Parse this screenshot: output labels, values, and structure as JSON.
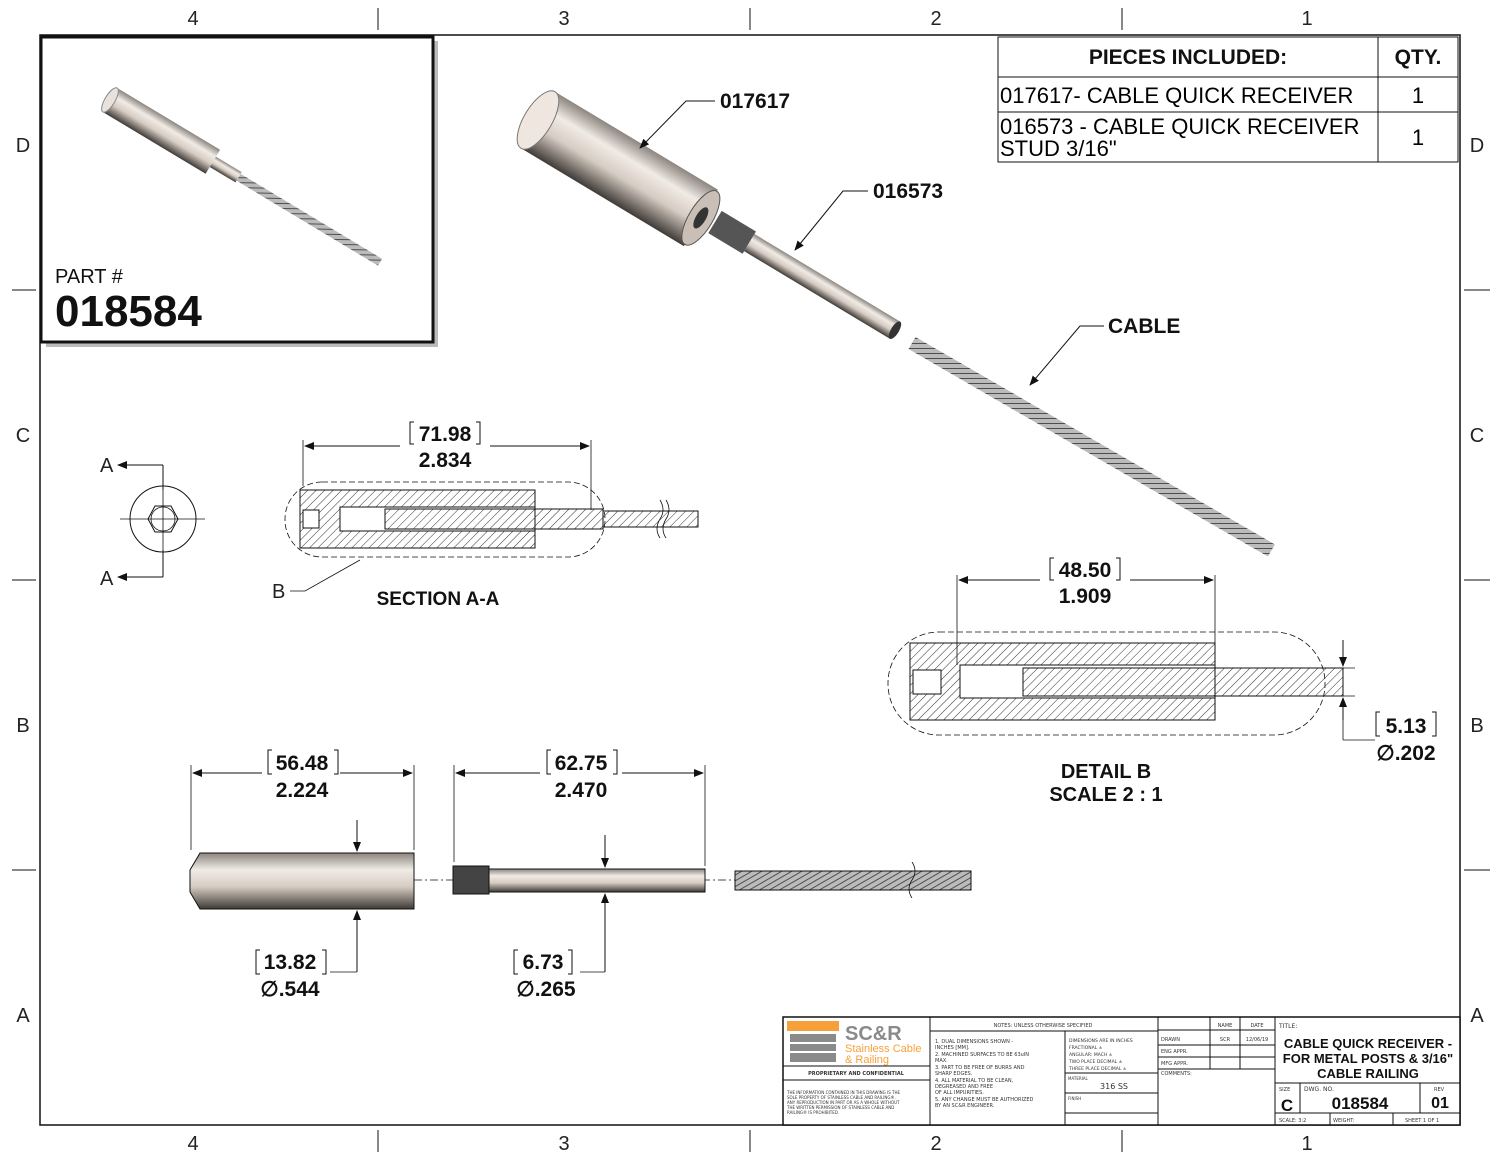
{
  "zones": {
    "columns": [
      "4",
      "3",
      "2",
      "1"
    ],
    "rows": [
      "D",
      "C",
      "B",
      "A"
    ]
  },
  "inset": {
    "part_label": "PART #",
    "part_number": "018584"
  },
  "pieces_table": {
    "headers": [
      "PIECES INCLUDED:",
      "QTY."
    ],
    "rows": [
      {
        "desc": "017617- CABLE QUICK RECEIVER",
        "qty": "1"
      },
      {
        "desc_line1": "016573 - CABLE QUICK RECEIVER",
        "desc_line2": "STUD 3/16\"",
        "qty": "1"
      }
    ]
  },
  "callouts": {
    "receiver": "017617",
    "stud": "016573",
    "cable": "CABLE"
  },
  "section": {
    "label_a": "A",
    "label_b": "B",
    "title": "SECTION A-A",
    "dim_mm": "71.98",
    "dim_in": "2.834"
  },
  "detail": {
    "title": "DETAIL B",
    "scale": "SCALE 2 : 1",
    "len_mm": "48.50",
    "len_in": "1.909",
    "dia_mm": "5.13",
    "dia_in": "∅.202"
  },
  "bottom_views": {
    "receiver_len_mm": "56.48",
    "receiver_len_in": "2.224",
    "receiver_dia_mm": "13.82",
    "receiver_dia_in": "∅.544",
    "stud_len_mm": "62.75",
    "stud_len_in": "2.470",
    "stud_dia_mm": "6.73",
    "stud_dia_in": "∅.265"
  },
  "title_block": {
    "logo_main": "SC&R",
    "logo_sub1": "Stainless Cable",
    "logo_sub2": "& Railing",
    "proprietary": "PROPRIETARY AND CONFIDENTIAL",
    "proprietary_text": [
      "THE INFORMATION CONTAINED IN THIS DRAWING IS THE",
      "SOLE PROPERTY OF STAINLESS CABLE AND RAILING®.",
      "ANY REPRODUCTION IN PART OR AS A WHOLE WITHOUT",
      "THE WRITTEN PERMISSION OF STAINLESS CABLE AND",
      "RAILING® IS PROHIBITED."
    ],
    "notes_header": "NOTES:  UNLESS OTHERWISE SPECIFIED",
    "notes": [
      "1. DUAL DIMENSIONS SHOWN -",
      "INCHES [MM].",
      "2. MACHINED SURFACES TO BE 63uIN",
      "MAX.",
      "3. PART TO BE FREE OF BURRS AND",
      "SHARP EDGES.",
      "4. ALL MATERIAL TO BE CLEAN,",
      "DEGREASED AND FREE",
      "OF ALL IMPURITIES.",
      "5. ANY CHANGE MUST BE AUTHORIZED",
      "BY AN SC&R ENGINEER."
    ],
    "tolerances": [
      "DIMENSIONS ARE IN INCHES",
      "FRACTIONAL         ±",
      "ANGULAR: MACH     ±",
      "TWO PLACE DECIMAL  ±",
      "THREE PLACE DECIMAL ±"
    ],
    "material_label": "MATERIAL",
    "material": "316 SS",
    "finish_label": "FINISH",
    "name_header": "NAME",
    "date_header": "DATE",
    "drawn_label": "DRAWN",
    "drawn_name": "SCR",
    "drawn_date": "12/06/19",
    "eng_appr": "ENG APPR.",
    "mfg_appr": "MFG APPR.",
    "comments": "COMMENTS:",
    "title_label": "TITLE:",
    "title_lines": [
      "CABLE QUICK RECEIVER -",
      "FOR METAL POSTS & 3/16\"",
      "CABLE RAILING"
    ],
    "size_label": "SIZE",
    "size": "C",
    "dwg_no_label": "DWG.  NO.",
    "dwg_no": "018584",
    "rev_label": "REV",
    "rev": "01",
    "scale": "SCALE: 3:2",
    "weight": "WEIGHT:",
    "sheet": "SHEET 1 OF 1"
  },
  "colors": {
    "logo_orange": "#f7a03a",
    "logo_gray": "#8a8a8a",
    "steel": "#d9d0c8"
  }
}
